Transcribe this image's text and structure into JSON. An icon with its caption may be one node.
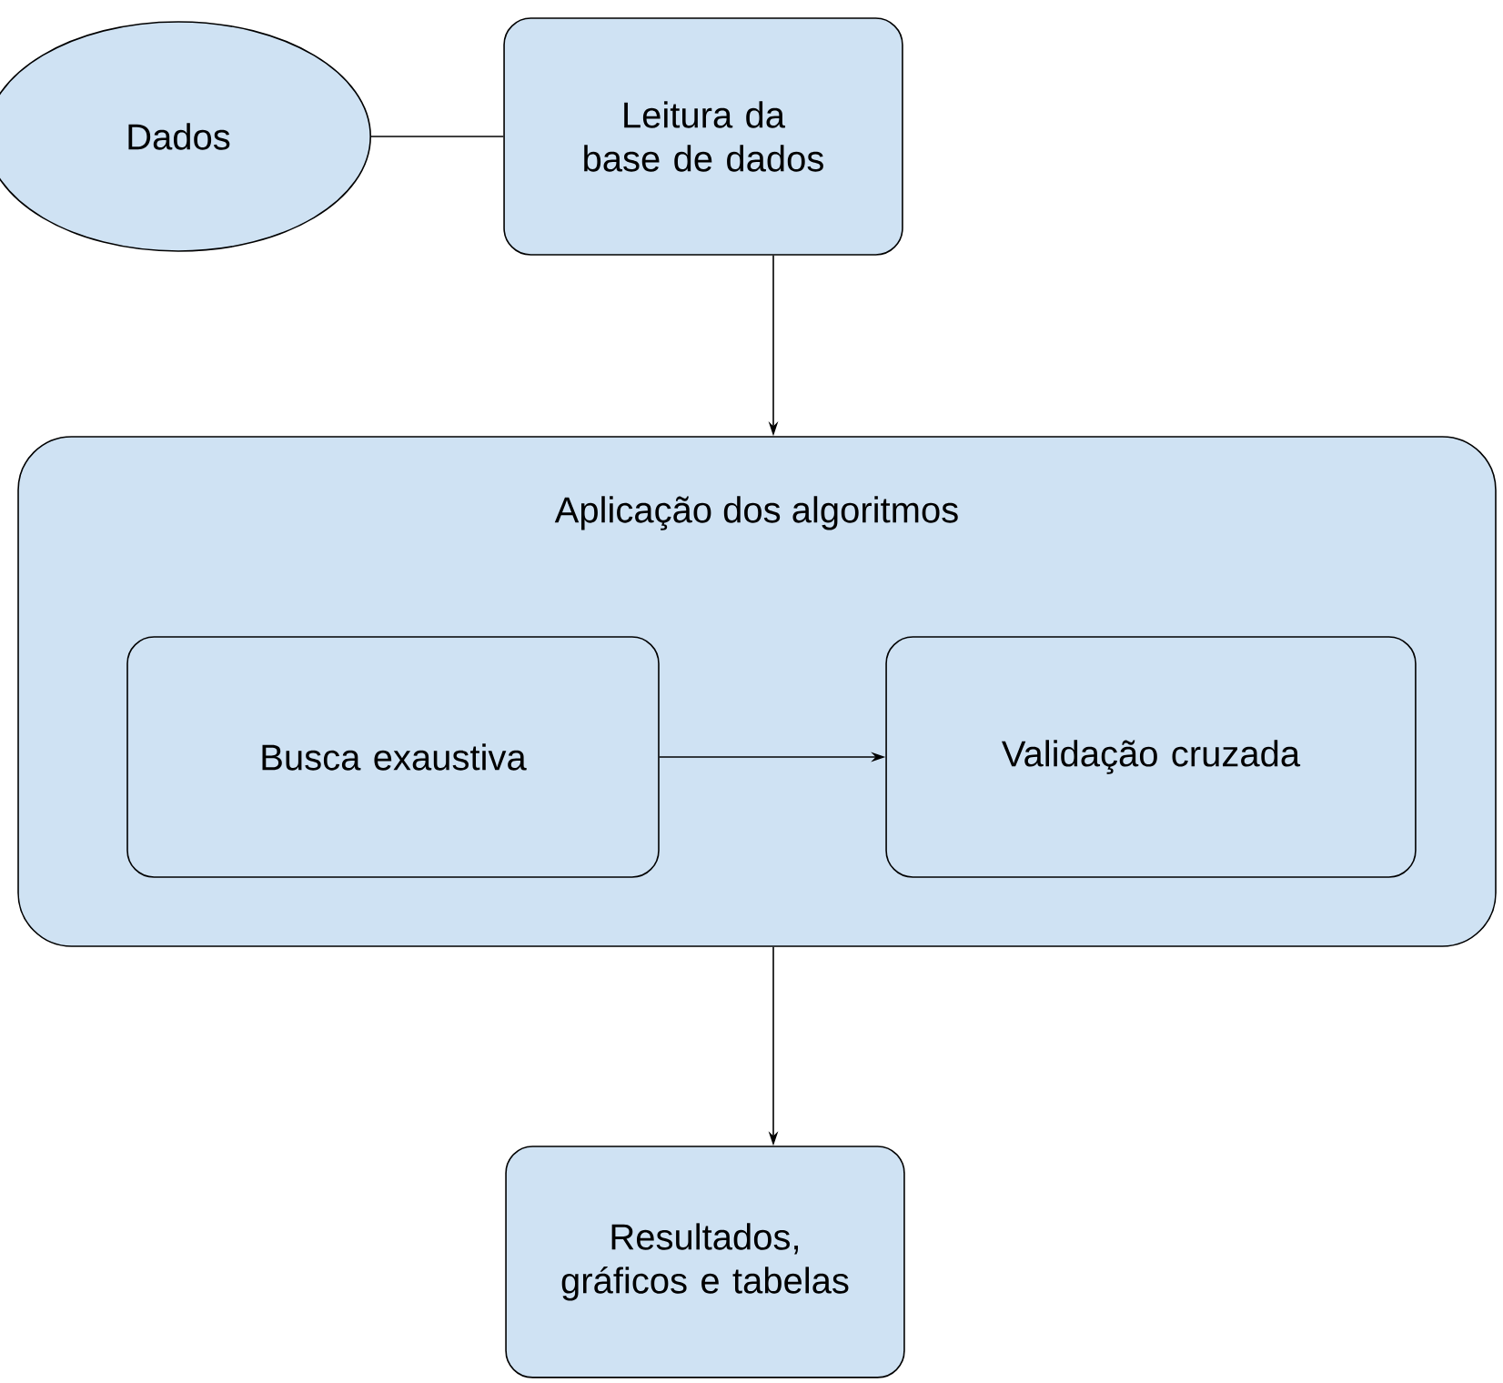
{
  "diagram": {
    "nodes": [
      {
        "text": [
          "Dados"
        ]
      },
      {
        "text": [
          "Leitura da base de dados"
        ]
      },
      {
        "text": [
          "Aplicação dos algoritmos"
        ]
      },
      {
        "text": [
          "Busca exaustiva"
        ],
        "in": 2
      },
      {
        "text": [
          "Validação cruzada"
        ],
        "in": 2
      },
      {
        "text": [
          "Resultados, gráficos e tabelas"
        ]
      }
    ],
    "edges": [
      {
        "from": 0,
        "to": 1,
        "arrow": "none"
      },
      {
        "from": 1,
        "to": 2,
        "arrow": "to"
      },
      {
        "from": 3,
        "to": 4,
        "arrow": "to"
      },
      {
        "from": 2,
        "to": 5,
        "arrow": "to"
      }
    ]
  }
}
